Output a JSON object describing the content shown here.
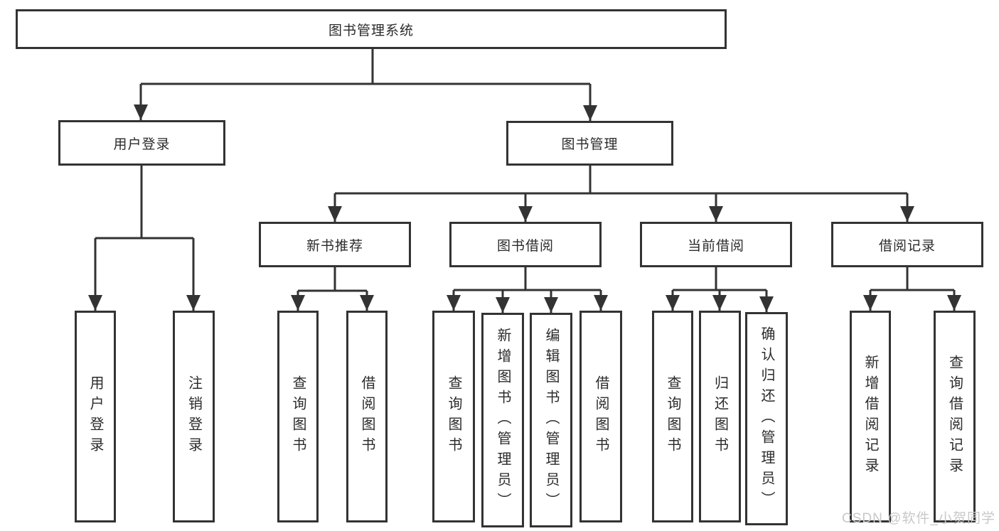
{
  "diagram": {
    "root": {
      "label": "图书管理系统"
    },
    "branches": [
      {
        "label": "用户登录",
        "children": [
          {
            "label": "用户登录"
          },
          {
            "label": "注销登录"
          }
        ]
      },
      {
        "label": "图书管理",
        "children": [
          {
            "label": "新书推荐",
            "children": [
              {
                "label": "查询图书"
              },
              {
                "label": "借阅图书"
              }
            ]
          },
          {
            "label": "图书借阅",
            "children": [
              {
                "label": "查询图书"
              },
              {
                "label": "新增图书（管理员）"
              },
              {
                "label": "编辑图书（管理员）"
              },
              {
                "label": "借阅图书"
              }
            ]
          },
          {
            "label": "当前借阅",
            "children": [
              {
                "label": "查询图书"
              },
              {
                "label": "归还图书"
              },
              {
                "label": "确认归还（管理员）"
              }
            ]
          },
          {
            "label": "借阅记录",
            "children": [
              {
                "label": "新增借阅记录"
              },
              {
                "label": "查询借阅记录"
              }
            ]
          }
        ]
      }
    ]
  },
  "watermark": {
    "text": "CSDN @软件_小贺同学"
  },
  "colors": {
    "line": "#333333",
    "box_border": "#333333",
    "box_fill": "#ffffff",
    "text": "#2b2b2b",
    "watermark": "#c8c8c8",
    "background": "#ffffff"
  }
}
